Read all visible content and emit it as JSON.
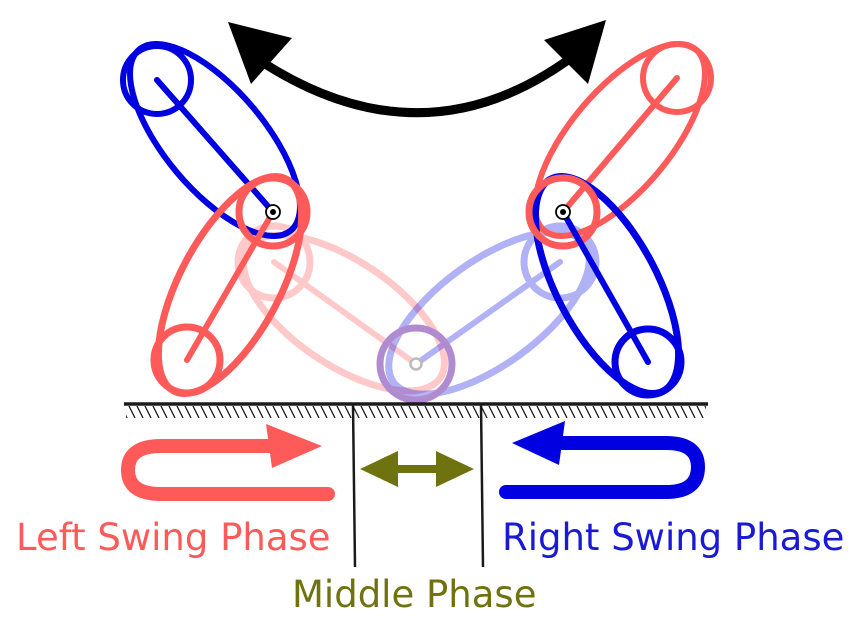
{
  "labels": {
    "left_phase": "Left Swing Phase",
    "middle_phase": "Middle Phase",
    "right_phase": "Right Swing Phase"
  },
  "colors": {
    "left": "#ff5a5a",
    "right": "#0000e0",
    "middle": "#6e7310",
    "ground": "#1a1a1a",
    "swing_arrow": "#000000"
  }
}
